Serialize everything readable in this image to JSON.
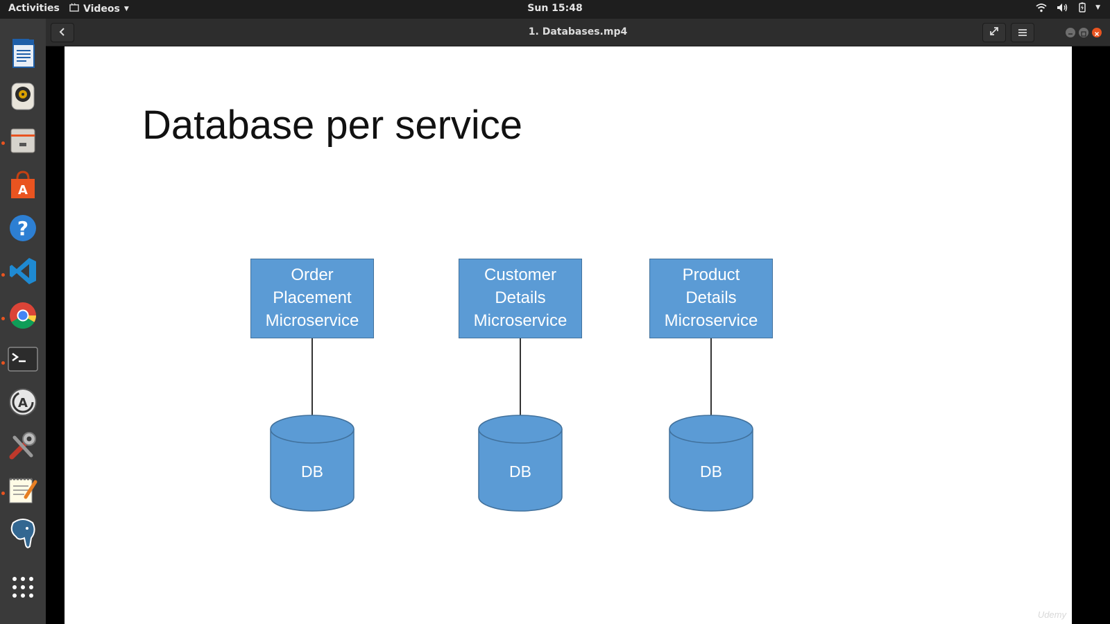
{
  "topbar": {
    "activities": "Activities",
    "app_name": "Videos",
    "clock": "Sun 15:48"
  },
  "window": {
    "title": "1. Databases.mp4"
  },
  "dock": {
    "items": [
      {
        "name": "libreoffice-writer-icon"
      },
      {
        "name": "rhythmbox-icon"
      },
      {
        "name": "files-icon"
      },
      {
        "name": "ubuntu-software-icon"
      },
      {
        "name": "help-icon"
      },
      {
        "name": "vscode-icon"
      },
      {
        "name": "chrome-icon"
      },
      {
        "name": "terminal-icon"
      },
      {
        "name": "software-updater-icon"
      },
      {
        "name": "system-tools-icon"
      },
      {
        "name": "text-editor-icon"
      },
      {
        "name": "postgresql-icon"
      },
      {
        "name": "show-applications-icon"
      }
    ]
  },
  "slide": {
    "title": "Database per service",
    "services": [
      {
        "line1": "Order",
        "line2": "Placement",
        "line3": "Microservice",
        "db": "DB"
      },
      {
        "line1": "Customer",
        "line2": "Details",
        "line3": "Microservice",
        "db": "DB"
      },
      {
        "line1": "Product",
        "line2": "Details",
        "line3": "Microservice",
        "db": "DB"
      }
    ],
    "watermark": "Udemy"
  },
  "colors": {
    "box_fill": "#5b9bd5",
    "box_border": "#41719c",
    "accent": "#e95420"
  }
}
